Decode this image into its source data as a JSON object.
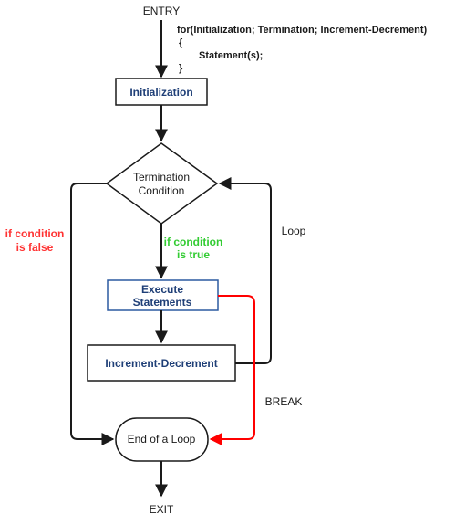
{
  "diagram": {
    "entry_label": "ENTRY",
    "exit_label": "EXIT",
    "code": {
      "line1": "for(Initialization; Termination; Increment-Decrement)",
      "line2": "{",
      "line3": "Statement(s);",
      "line4": "}"
    },
    "nodes": {
      "initialization": "Initialization",
      "termination_line1": "Termination",
      "termination_line2": "Condition",
      "execute_line1": "Execute",
      "execute_line2": "Statements",
      "increment": "Increment-Decrement",
      "end_loop": "End of a Loop"
    },
    "edge_labels": {
      "false_line1": "if condition",
      "false_line2": "is false",
      "true_line1": "if condition",
      "true_line2": "is true",
      "loop": "Loop",
      "break": "BREAK"
    },
    "colors": {
      "line": "#1a1a1a",
      "false_label": "#ff3333",
      "true_label": "#33cc33",
      "node_text_blue": "#1f3f77",
      "node_border_blue": "#2c5aa0",
      "break_line": "#ff0000"
    }
  }
}
